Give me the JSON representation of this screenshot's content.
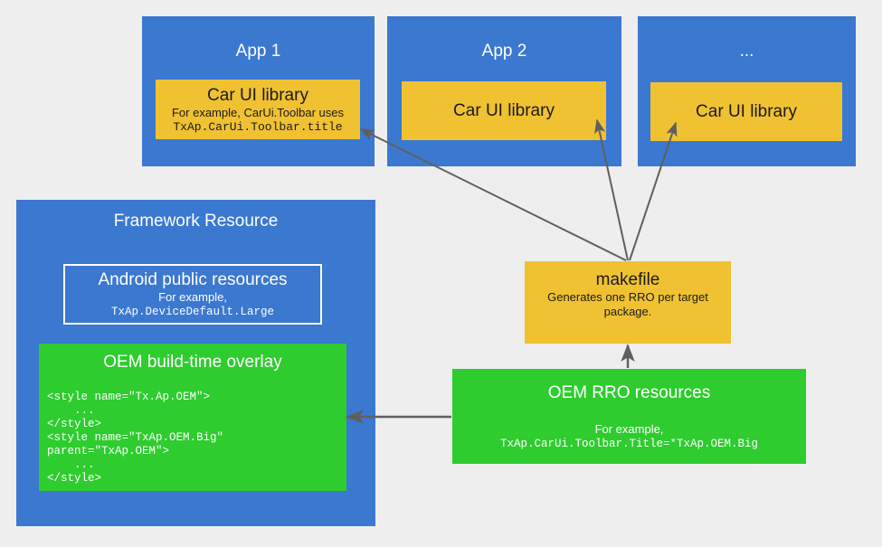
{
  "diagram": {
    "title": "Car UI library RRO overlay architecture",
    "background_color": "#eeeeee",
    "colors": {
      "blue": "#3b78d0",
      "yellow": "#f0c232",
      "green": "#2ecc2e",
      "arrow": "#5f5f5f",
      "text_light": "#ffffff",
      "text_dark": "#1a1a1a"
    }
  },
  "apps": [
    {
      "title": "App 1",
      "library": {
        "title": "Car UI library",
        "subtitle": "For example, CarUi.Toolbar uses",
        "code": "TxAp.CarUi.Toolbar.title"
      }
    },
    {
      "title": "App 2",
      "library": {
        "title": "Car UI library",
        "subtitle": "",
        "code": ""
      }
    },
    {
      "title": "...",
      "library": {
        "title": "Car UI library",
        "subtitle": "",
        "code": ""
      }
    }
  ],
  "framework": {
    "title": "Framework Resource",
    "android_public": {
      "title": "Android public resources",
      "subtitle": "For example,",
      "code": "TxAp.DeviceDefault.Large"
    },
    "oem_overlay": {
      "title": "OEM build-time overlay",
      "code": "<style name=\"Tx.Ap.OEM\">\n    ...\n</style>\n<style name=\"TxAp.OEM.Big\"\nparent=\"TxAp.OEM\">\n    ...\n</style>"
    }
  },
  "makefile": {
    "title": "makefile",
    "subtitle": "Generates one RRO per target package."
  },
  "oem_rro": {
    "title": "OEM RRO resources",
    "subtitle": "For example,",
    "code": "TxAp.CarUi.Toolbar.Title=*TxAp.OEM.Big"
  },
  "arrows": [
    {
      "name": "makefile-to-app1-library",
      "from": "makefile-top",
      "to": "app1-car-ui-library"
    },
    {
      "name": "makefile-to-app2-library",
      "from": "makefile-top",
      "to": "app2-car-ui-library"
    },
    {
      "name": "makefile-to-app3-library",
      "from": "makefile-top",
      "to": "app3-car-ui-library"
    },
    {
      "name": "oem-rro-to-makefile",
      "from": "oem-rro-top",
      "to": "makefile-bottom"
    },
    {
      "name": "oem-rro-to-oem-build-time-overlay",
      "from": "oem-rro-left",
      "to": "oem-build-time-overlay-right"
    }
  ]
}
